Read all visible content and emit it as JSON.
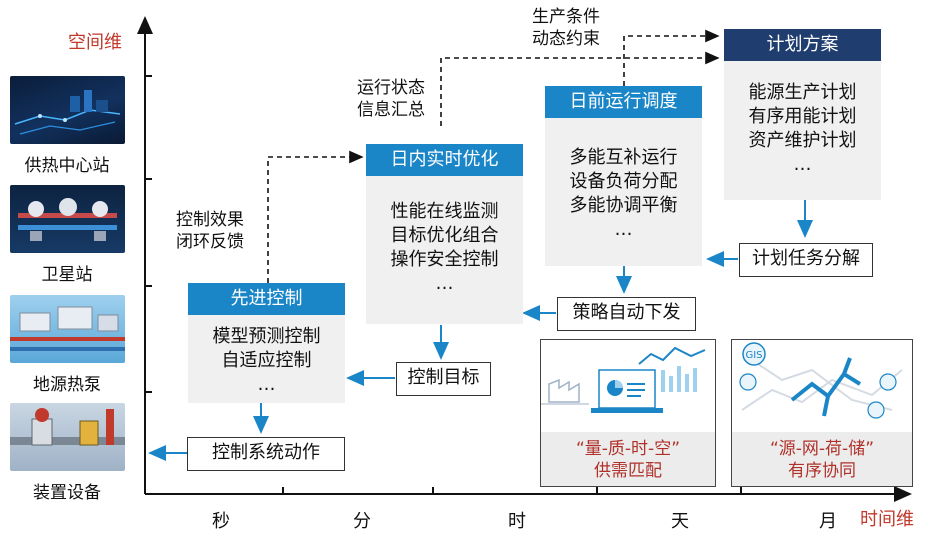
{
  "axes": {
    "y_label": "空间维",
    "x_label": "时间维",
    "x_ticks": [
      "秒",
      "分",
      "时",
      "天",
      "月"
    ]
  },
  "sidebar": {
    "items": [
      {
        "label": "供热中心站",
        "icon": "city-network-image"
      },
      {
        "label": "卫星站",
        "icon": "pipeline-equipment-image"
      },
      {
        "label": "地源热泵",
        "icon": "heat-pump-image"
      },
      {
        "label": "装置设备",
        "icon": "valve-device-image"
      }
    ]
  },
  "cards": {
    "advanced_control": {
      "title": "先进控制",
      "lines": [
        "模型预测控制",
        "自适应控制",
        "…"
      ]
    },
    "intraday": {
      "title": "日内实时优化",
      "lines": [
        "性能在线监测",
        "目标优化组合",
        "操作安全控制",
        "…"
      ]
    },
    "day_ahead": {
      "title": "日前运行调度",
      "lines": [
        "多能互补运行",
        "设备负荷分配",
        "多能协调平衡",
        "…"
      ]
    },
    "plan": {
      "title": "计划方案",
      "lines": [
        "能源生产计划",
        "有序用能计划",
        "资产维护计划",
        "…"
      ]
    }
  },
  "boxes": {
    "system_action": "控制系统动作",
    "control_target": "控制目标",
    "strategy_issue": "策略自动下发",
    "task_decompose": "计划任务分解"
  },
  "notes": {
    "feedback": [
      "控制效果",
      "闭环反馈"
    ],
    "status": [
      "运行状态",
      "信息汇总"
    ],
    "constraint": [
      "生产条件",
      "动态约束"
    ]
  },
  "panels": {
    "supply_demand": {
      "line1": "“量-质-时-空”",
      "line2": "供需匹配"
    },
    "source_grid": {
      "line1": "“源-网-荷-储”",
      "line2": "有序协同",
      "gis": "GIS"
    }
  },
  "colors": {
    "blue_head": "#1a86c8",
    "dark_head": "#1f3d6e",
    "arrow_blue": "#1a86c8",
    "axis_red": "#c0392b"
  }
}
